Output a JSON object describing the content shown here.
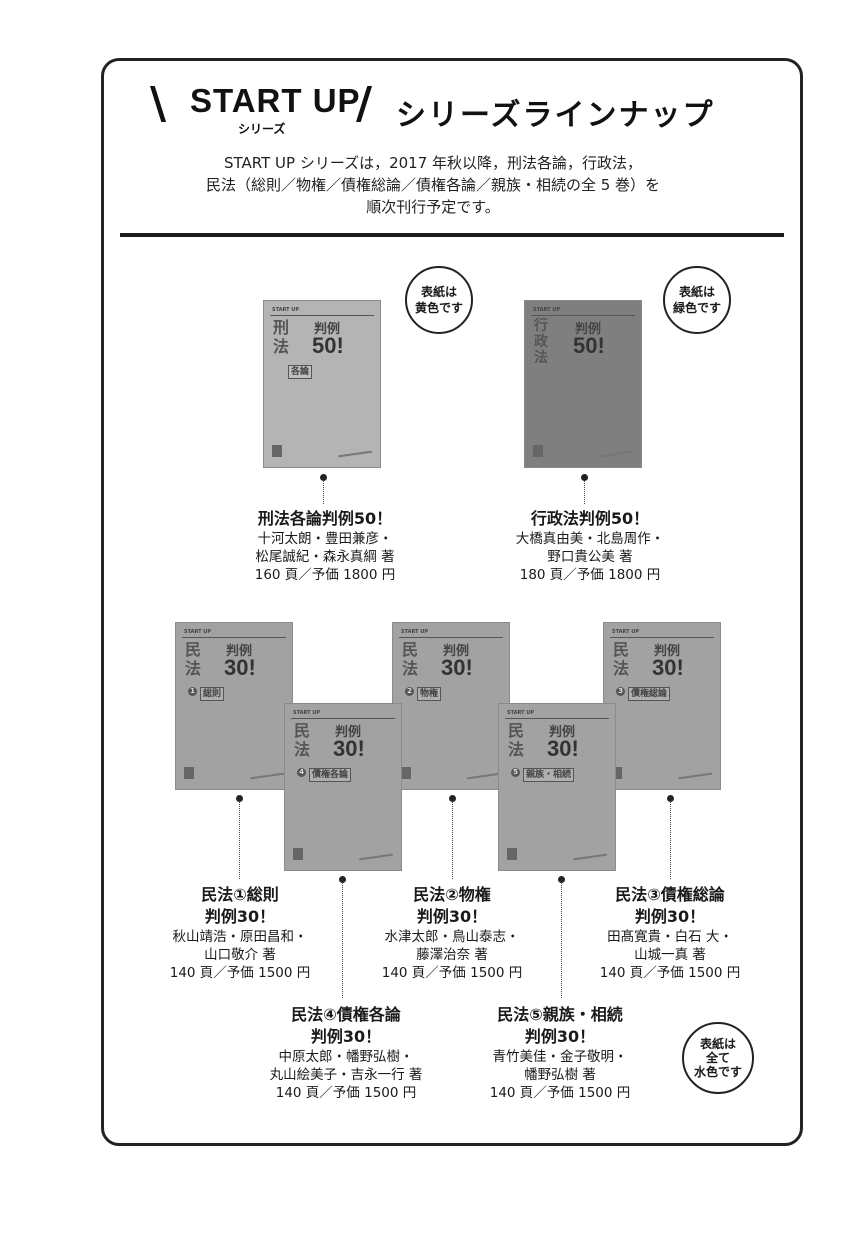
{
  "header": {
    "brand": "START UP",
    "brand_sub": "シリーズ",
    "lineup": "シリーズラインナップ",
    "intro_lines": [
      "START UP シリーズは，2017 年秋以降，刑法各論，行政法，",
      "民法（総則／物権／債権総論／債権各論／親族・相続の全 5 巻）を",
      "順次刊行予定です。"
    ]
  },
  "bubbles": {
    "yellow": [
      "表紙は",
      "黄色です"
    ],
    "green": [
      "表紙は",
      "緑色です"
    ],
    "blue": [
      "表紙は",
      "全て",
      "水色です"
    ]
  },
  "book_cover": {
    "series": "START UP",
    "hanrei": "判例",
    "fifty": "50",
    "thirty": "30",
    "bang": "!"
  },
  "books": [
    {
      "cover_title": "刑法",
      "cover_sub": "各論",
      "title": "刑法各論判例50！",
      "authors": [
        "十河太朗・豊田兼彦・",
        "松尾誠紀・森永真綱 著"
      ],
      "price": "160 頁／予価 1800 円"
    },
    {
      "cover_title": "行政法",
      "cover_sub": "",
      "title": "行政法判例50！",
      "authors": [
        "大橋真由美・北島周作・",
        "野口貴公美 著"
      ],
      "price": "180 頁／予価 1800 円"
    },
    {
      "cover_title": "民法",
      "cover_sub": "総則",
      "number": "1",
      "title_lines": [
        "民法①総則",
        "判例30！"
      ],
      "authors": [
        "秋山靖浩・原田昌和・",
        "山口敬介 著"
      ],
      "price": "140 頁／予価 1500 円"
    },
    {
      "cover_title": "民法",
      "cover_sub": "物権",
      "number": "2",
      "title_lines": [
        "民法②物権",
        "判例30！"
      ],
      "authors": [
        "水津太郎・鳥山泰志・",
        "藤澤治奈 著"
      ],
      "price": "140 頁／予価 1500 円"
    },
    {
      "cover_title": "民法",
      "cover_sub": "債権総論",
      "number": "3",
      "title_lines": [
        "民法③債権総論",
        "判例30！"
      ],
      "authors": [
        "田髙寛貴・白石 大・",
        "山城一真 著"
      ],
      "price": "140 頁／予価 1500 円"
    },
    {
      "cover_title": "民法",
      "cover_sub": "債権各論",
      "number": "4",
      "title_lines": [
        "民法④債権各論",
        "判例30！"
      ],
      "authors": [
        "中原太郎・幡野弘樹・",
        "丸山絵美子・吉永一行 著"
      ],
      "price": "140 頁／予価 1500 円"
    },
    {
      "cover_title": "民法",
      "cover_sub": "親族・相続",
      "number": "5",
      "title_lines": [
        "民法⑤親族・相続",
        "判例30！"
      ],
      "authors": [
        "青竹美佳・金子敬明・",
        "幡野弘樹 著"
      ],
      "price": "140 頁／予価 1500 円"
    }
  ]
}
